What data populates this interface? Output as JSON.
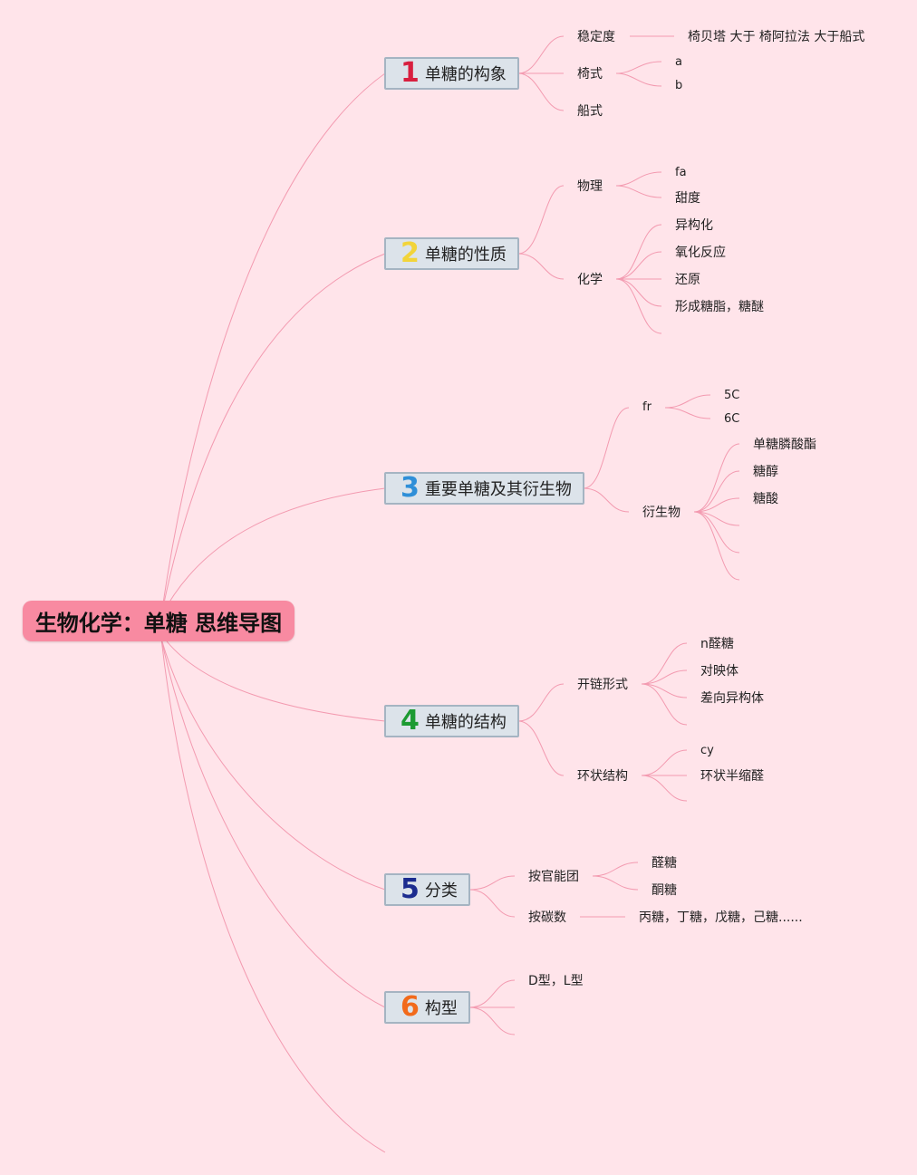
{
  "title": "生物化学：单糖 思维导图",
  "colors": {
    "background": "#ffe4ea",
    "root": "#f88aa1",
    "topic_fill": "#dce3ea",
    "topic_border": "#a5b4c2",
    "link": "#f39ab0",
    "num1": "#d81f3f",
    "num2": "#f2d43a",
    "num3": "#2f8fd8",
    "num4": "#1c9a32",
    "num5": "#1c2c8f",
    "num6": "#f26a1b"
  },
  "topics": [
    {
      "num": "1",
      "label": "单糖的构象",
      "children": [
        {
          "label": "稳定度",
          "children": [
            {
              "label": "椅贝塔 大于 椅阿拉法 大于船式"
            }
          ]
        },
        {
          "label": "椅式",
          "children": [
            {
              "label": "a"
            },
            {
              "label": "b"
            }
          ]
        },
        {
          "label": "船式"
        }
      ]
    },
    {
      "num": "2",
      "label": "单糖的性质",
      "children": [
        {
          "label": "物理",
          "children": [
            {
              "label": "fa"
            },
            {
              "label": "甜度"
            }
          ]
        },
        {
          "label": "化学",
          "children": [
            {
              "label": "异构化"
            },
            {
              "label": "氧化反应"
            },
            {
              "label": "还原"
            },
            {
              "label": "形成糖脂，糖醚"
            }
          ]
        }
      ]
    },
    {
      "num": "3",
      "label": "重要单糖及其衍生物",
      "children": [
        {
          "label": "fr",
          "children": [
            {
              "label": "5C"
            },
            {
              "label": "6C"
            }
          ]
        },
        {
          "label": "衍生物",
          "children": [
            {
              "label": "单糖膦酸酯"
            },
            {
              "label": "糖醇"
            },
            {
              "label": "糖酸"
            }
          ]
        }
      ]
    },
    {
      "num": "4",
      "label": "单糖的结构",
      "children": [
        {
          "label": "开链形式",
          "children": [
            {
              "label": "n醛糖"
            },
            {
              "label": "对映体"
            },
            {
              "label": "差向异构体"
            }
          ]
        },
        {
          "label": "环状结构",
          "children": [
            {
              "label": "cy"
            },
            {
              "label": "环状半缩醛"
            }
          ]
        }
      ]
    },
    {
      "num": "5",
      "label": "分类",
      "children": [
        {
          "label": "按官能团",
          "children": [
            {
              "label": "醛糖"
            },
            {
              "label": "酮糖"
            }
          ]
        },
        {
          "label": "按碳数",
          "children": [
            {
              "label": "丙糖，丁糖，戊糖，己糖......"
            }
          ]
        }
      ]
    },
    {
      "num": "6",
      "label": "构型",
      "children": [
        {
          "label": "D型，L型"
        }
      ]
    }
  ]
}
